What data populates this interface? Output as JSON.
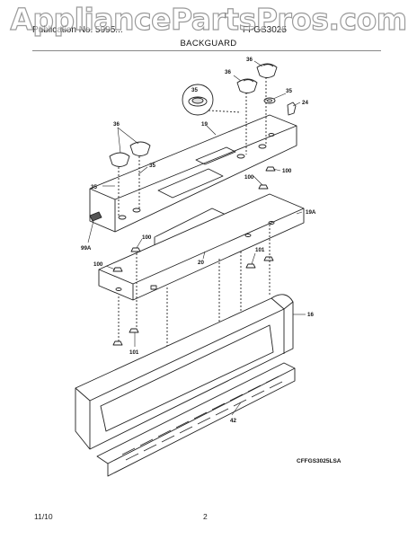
{
  "header": {
    "publication_line": "Publication No. 5995...",
    "model_line": "FFGS3025",
    "section_title": "BACKGUARD"
  },
  "watermark": {
    "text": "AppliancePartsPros.com"
  },
  "callouts": {
    "c36_top_a": "36",
    "c36_top_b": "36",
    "c35_top": "35",
    "c35_inset": "35",
    "c24": "24",
    "c19": "19",
    "c36_left": "36",
    "c35_left": "35",
    "c35_left2": "35",
    "c100_a": "100",
    "c100_b": "100",
    "c19a": "19A",
    "c99a": "99A",
    "c100_c": "100",
    "c100_d": "100",
    "c20": "20",
    "c101_a": "101",
    "c101_b": "101",
    "c16": "16",
    "c42": "42"
  },
  "model_code": "CFFGS3025LSA",
  "footer": {
    "date": "11/10",
    "page": "2"
  }
}
